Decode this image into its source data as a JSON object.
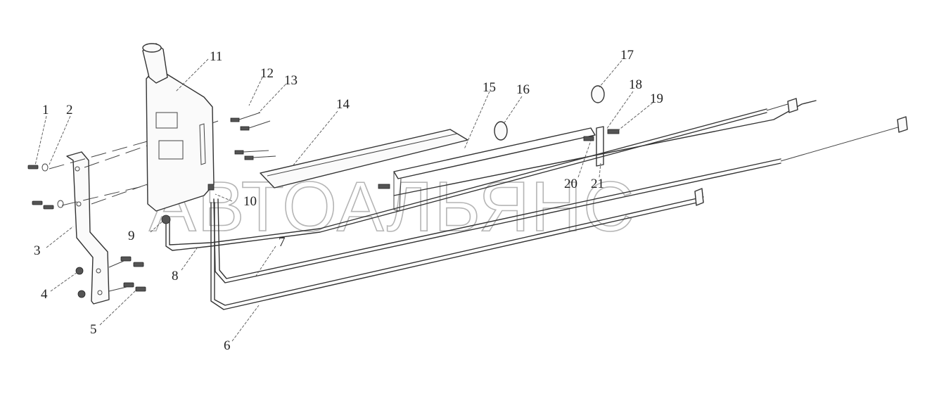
{
  "watermark": "АВТОАЛЬЯНС",
  "callouts": [
    {
      "id": "1",
      "label": "1"
    },
    {
      "id": "2",
      "label": "2"
    },
    {
      "id": "3",
      "label": "3"
    },
    {
      "id": "4",
      "label": "4"
    },
    {
      "id": "5",
      "label": "5"
    },
    {
      "id": "6",
      "label": "6"
    },
    {
      "id": "7",
      "label": "7"
    },
    {
      "id": "8",
      "label": "8"
    },
    {
      "id": "9",
      "label": "9"
    },
    {
      "id": "10",
      "label": "10"
    },
    {
      "id": "11",
      "label": "11"
    },
    {
      "id": "12",
      "label": "12"
    },
    {
      "id": "13",
      "label": "13"
    },
    {
      "id": "14",
      "label": "14"
    },
    {
      "id": "15",
      "label": "15"
    },
    {
      "id": "16",
      "label": "16"
    },
    {
      "id": "17",
      "label": "17"
    },
    {
      "id": "18",
      "label": "18"
    },
    {
      "id": "19",
      "label": "19"
    },
    {
      "id": "20",
      "label": "20"
    },
    {
      "id": "21",
      "label": "21"
    }
  ]
}
